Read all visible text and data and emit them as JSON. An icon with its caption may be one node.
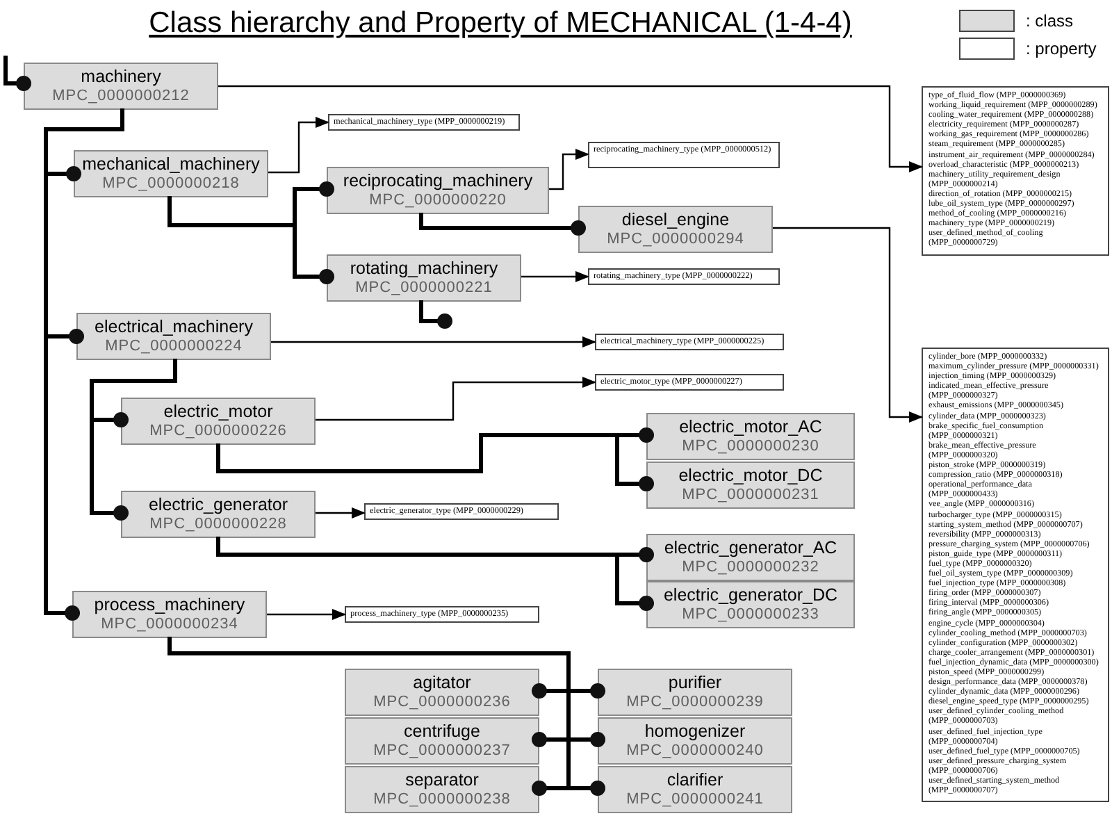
{
  "diagram": {
    "title": "Class hierarchy and Property of MECHANICAL (1-4-4)",
    "nodes": [
      {
        "text": [
          "machinery",
          "MPC_0000000212"
        ]
      },
      {
        "text": [
          "mechanical_machinery",
          "MPC_0000000218"
        ]
      },
      {
        "text": [
          "mechanical_machinery_type (MPP_0000000219)"
        ]
      },
      {
        "text": [
          "reciprocating_machinery",
          "MPC_0000000220"
        ]
      },
      {
        "text": [
          "reciprocating_machinery_type (MPP_0000000512)"
        ]
      },
      {
        "text": [
          "diesel_engine",
          "MPC_0000000294"
        ]
      },
      {
        "text": [
          "rotating_machinery",
          "MPC_0000000221"
        ]
      },
      {
        "text": [
          "rotating_machinery_type (MPP_0000000222)"
        ]
      },
      {
        "text": [
          "electrical_machinery",
          "MPC_0000000224"
        ]
      },
      {
        "text": [
          "electrical_machinery_type (MPP_0000000225)"
        ]
      },
      {
        "text": [
          "electric_motor",
          "MPC_0000000226"
        ]
      },
      {
        "text": [
          "electric_motor_type (MPP_0000000227)"
        ]
      },
      {
        "text": [
          "electric_motor_AC",
          "MPC_0000000230"
        ]
      },
      {
        "text": [
          "electric_motor_DC",
          "MPC_0000000231"
        ]
      },
      {
        "text": [
          "electric_generator",
          "MPC_0000000228"
        ]
      },
      {
        "text": [
          "electric_generator_type (MPP_0000000229)"
        ]
      },
      {
        "text": [
          "electric_generator_AC",
          "MPC_0000000232"
        ]
      },
      {
        "text": [
          "electric_generator_DC",
          "MPC_0000000233"
        ]
      },
      {
        "text": [
          "process_machinery",
          "MPC_0000000234"
        ]
      },
      {
        "text": [
          "process_machinery_type (MPP_0000000235)"
        ]
      },
      {
        "text": [
          "agitator",
          "MPC_0000000236"
        ]
      },
      {
        "text": [
          "centrifuge",
          "MPC_0000000237"
        ]
      },
      {
        "text": [
          "separator",
          "MPC_0000000238"
        ]
      },
      {
        "text": [
          "purifier",
          "MPC_0000000239"
        ]
      },
      {
        "text": [
          "homogenizer",
          "MPC_0000000240"
        ]
      },
      {
        "text": [
          "clarifier",
          "MPC_0000000241"
        ]
      },
      {
        "text": [
          "type_of_fluid_flow (MPP_0000000369)",
          "working_liquid_requirement (MPP_0000000289)",
          "cooling_water_requirement (MPP_0000000288)",
          "electricity_requirement (MPP_0000000287)",
          "working_gas_requirement (MPP_0000000286)",
          "steam_requirement (MPP_0000000285)",
          "instrument_air_requirement (MPP_0000000284)",
          "overload_characteristic (MPP_0000000213)",
          "machinery_utility_requirement_design (MPP_0000000214)",
          "direction_of_rotation (MPP_0000000215)",
          "lube_oil_system_type (MPP_0000000297)",
          "method_of_cooling (MPP_0000000216)",
          "machinery_type (MPP_0000000219)",
          "user_defined_method_of_cooling (MPP_0000000729)"
        ]
      },
      {
        "text": [
          "cylinder_bore (MPP_0000000332)",
          "maximum_cylinder_pressure (MPP_0000000331)",
          "injection_timing (MPP_0000000329)",
          "indicated_mean_effective_pressure (MPP_0000000327)",
          "exhaust_emissions (MPP_0000000345)",
          "cylinder_data (MPP_0000000323)",
          "brake_specific_fuel_consumption (MPP_0000000321)",
          "brake_mean_effective_pressure (MPP_0000000320)",
          "piston_stroke (MPP_0000000319)",
          "compression_ratio (MPP_0000000318)",
          "operational_performance_data (MPP_0000000433)",
          "vee_angle (MPP_0000000316)",
          "turbocharger_type (MPP_0000000315)",
          "starting_system_method (MPP_0000000707)",
          "reversibility (MPP_0000000313)",
          "pressure_charging_system (MPP_0000000706)",
          "piston_guide_type (MPP_0000000311)",
          "fuel_type (MPP_0000000320)",
          "fuel_oil_system_type (MPP_0000000309)",
          "fuel_injection_type (MPP_0000000308)",
          "firing_order (MPP_0000000307)",
          "firing_interval (MPP_0000000306)",
          "firing_angle (MPP_0000000305)",
          "engine_cycle (MPP_0000000304)",
          "cylinder_cooling_method (MPP_0000000703)",
          "cylinder_configuration (MPP_0000000302)",
          "charge_cooler_arrangement (MPP_0000000301)",
          "fuel_injection_dynamic_data (MPP_0000000300)",
          "piston_speed (MPP_0000000299)",
          "design_performance_data (MPP_0000000378)",
          "cylinder_dynamic_data (MPP_0000000296)",
          "diesel_engine_speed_type (MPP_0000000295)",
          "user_defined_cylinder_cooling_method (MPP_0000000703)",
          "user_defined_fuel_injection_type (MPP_0000000704)",
          "user_defined_fuel_type (MPP_0000000705)",
          "user_defined_pressure_charging_system (MPP_0000000706)",
          "user_defined_starting_system_method (MPP_0000000707)"
        ]
      }
    ],
    "edges": [
      {
        "from": null,
        "to": 0,
        "arrow": "other"
      },
      {
        "from": 0,
        "to": 1,
        "arrow": "other"
      },
      {
        "from": 0,
        "to": 8,
        "arrow": "other"
      },
      {
        "from": 0,
        "to": 18,
        "arrow": "other"
      },
      {
        "from": 1,
        "to": 3,
        "arrow": "other"
      },
      {
        "from": 1,
        "to": 6,
        "arrow": "other"
      },
      {
        "from": 3,
        "to": 5,
        "arrow": "other"
      },
      {
        "from": 6,
        "to": null,
        "arrow": "other"
      },
      {
        "from": 8,
        "to": 10,
        "arrow": "other"
      },
      {
        "from": 8,
        "to": 14,
        "arrow": "other"
      },
      {
        "from": 10,
        "to": 12,
        "arrow": "other"
      },
      {
        "from": 10,
        "to": 13,
        "arrow": "other"
      },
      {
        "from": 14,
        "to": 16,
        "arrow": "other"
      },
      {
        "from": 14,
        "to": 17,
        "arrow": "other"
      },
      {
        "from": 18,
        "to": 20,
        "arrow": "other"
      },
      {
        "from": 18,
        "to": 21,
        "arrow": "other"
      },
      {
        "from": 18,
        "to": 22,
        "arrow": "other"
      },
      {
        "from": 18,
        "to": 23,
        "arrow": "other"
      },
      {
        "from": 18,
        "to": 24,
        "arrow": "other"
      },
      {
        "from": 18,
        "to": 25,
        "arrow": "other"
      },
      {
        "from": 0,
        "to": 26,
        "arrow": "to"
      },
      {
        "from": 1,
        "to": 2,
        "arrow": "to"
      },
      {
        "from": 3,
        "to": 4,
        "arrow": "to"
      },
      {
        "from": 5,
        "to": 27,
        "arrow": "to"
      },
      {
        "from": 6,
        "to": 7,
        "arrow": "to"
      },
      {
        "from": 8,
        "to": 9,
        "arrow": "to"
      },
      {
        "from": 10,
        "to": 11,
        "arrow": "to"
      },
      {
        "from": 14,
        "to": 15,
        "arrow": "to"
      },
      {
        "from": 18,
        "to": 19,
        "arrow": "to"
      }
    ],
    "legend": [
      {
        "text": ": class",
        "color": "#dcdcdc"
      },
      {
        "text": ": property",
        "color": "#ffffff"
      }
    ]
  }
}
